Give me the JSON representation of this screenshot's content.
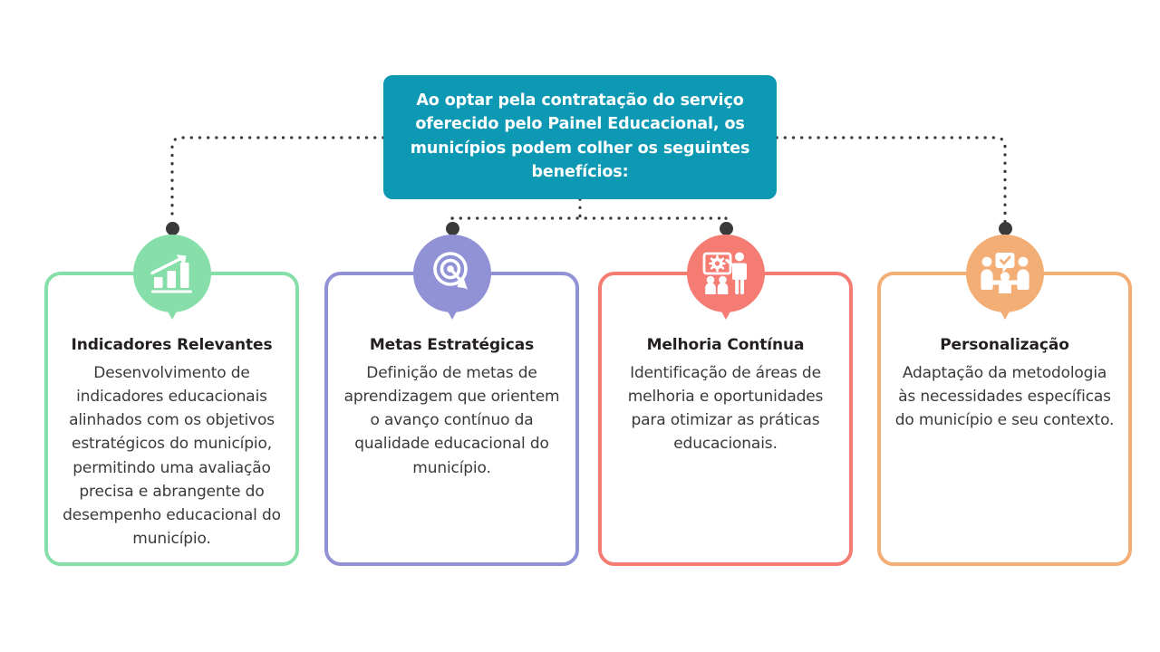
{
  "header": {
    "text": "Ao optar pela contratação do serviço oferecido pelo Painel Educacional, os municípios podem colher os seguintes benefícios:",
    "color": "#0d99b3",
    "text_color": "#ffffff"
  },
  "connector": {
    "color": "#3a3a3a",
    "style": "dotted",
    "dot_color": "#3a3a3a"
  },
  "cards": [
    {
      "title": "Indicadores Relevantes",
      "description": "Desenvolvimento de indicadores educacionais alinhados com os objetivos estratégicos do município, permitindo uma avaliação precisa e abrangente do desempenho educacional do município.",
      "color": "#86dfa9",
      "icon": "bar-chart-growth-icon"
    },
    {
      "title": "Metas Estratégicas",
      "description": "Definição de metas de aprendizagem que orientem o avanço contínuo da qualidade educacional do município.",
      "color": "#9191d6",
      "icon": "target-dart-icon"
    },
    {
      "title": "Melhoria Contínua",
      "description": "Identificação de áreas de melhoria e oportunidades para otimizar as práticas educacionais.",
      "color": "#f47c73",
      "icon": "training-presentation-icon"
    },
    {
      "title": "Personalização",
      "description": "Adaptação da metodologia às necessidades específicas do município e seu contexto.",
      "color": "#f3ae76",
      "icon": "team-approval-icon"
    }
  ]
}
